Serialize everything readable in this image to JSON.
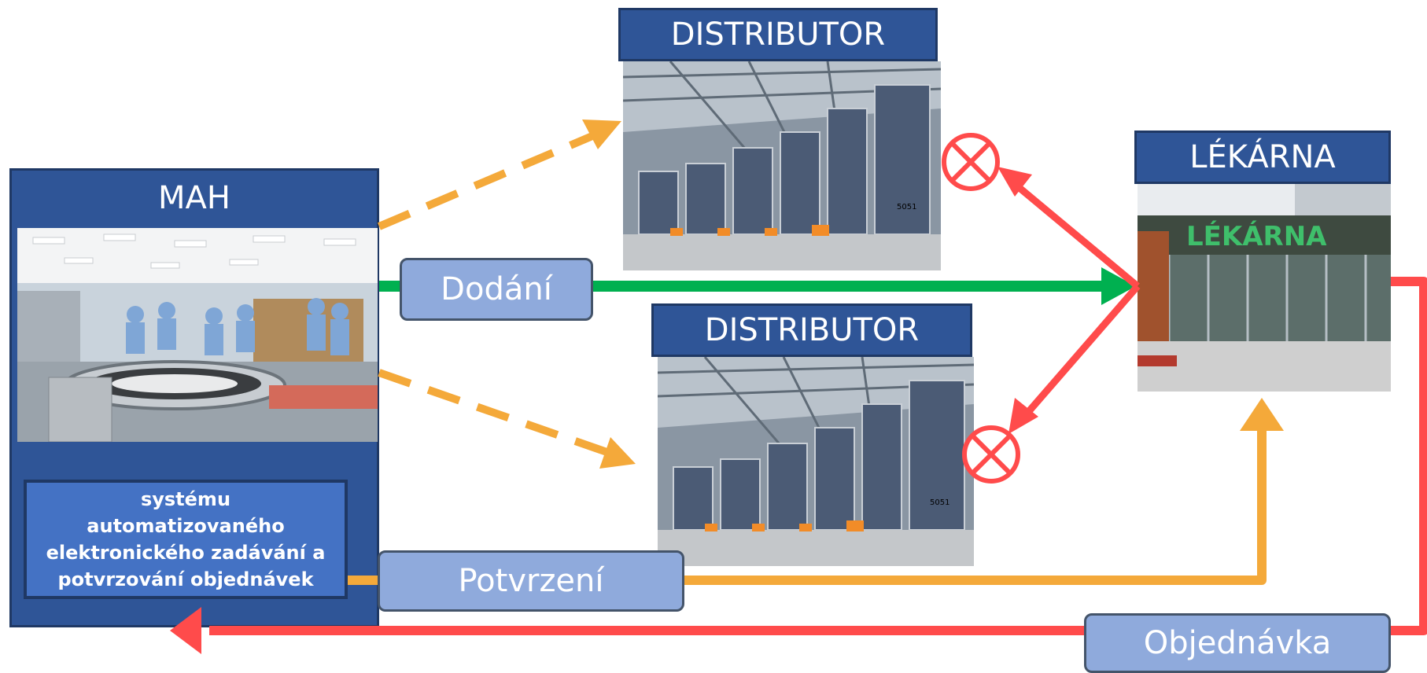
{
  "nodes": {
    "mah": {
      "title": "MAH"
    },
    "distributor_top": {
      "title": "DISTRIBUTOR"
    },
    "distributor_bottom": {
      "title": "DISTRIBUTOR"
    },
    "pharmacy": {
      "title": "LÉKÁRNA",
      "sign_text": "LÉKÁRNA"
    },
    "system": {
      "text": "systému automatizovaného elektronického zadávání a potvrzování objednávek"
    },
    "warehouse_label": "5051"
  },
  "flows": {
    "delivery": {
      "label": "Dodání",
      "color": "#00b050"
    },
    "confirmation": {
      "label": "Potvrzení",
      "color": "#f4a93a"
    },
    "order": {
      "label": "Objednávka",
      "color": "#ff4b4b"
    }
  },
  "colors": {
    "title_bar": "#2f5597",
    "mah_panel": "#2f5597",
    "system_box": "#4472c4",
    "label_box": "#8faadc",
    "blocked_symbol": "#ff4b4b"
  }
}
